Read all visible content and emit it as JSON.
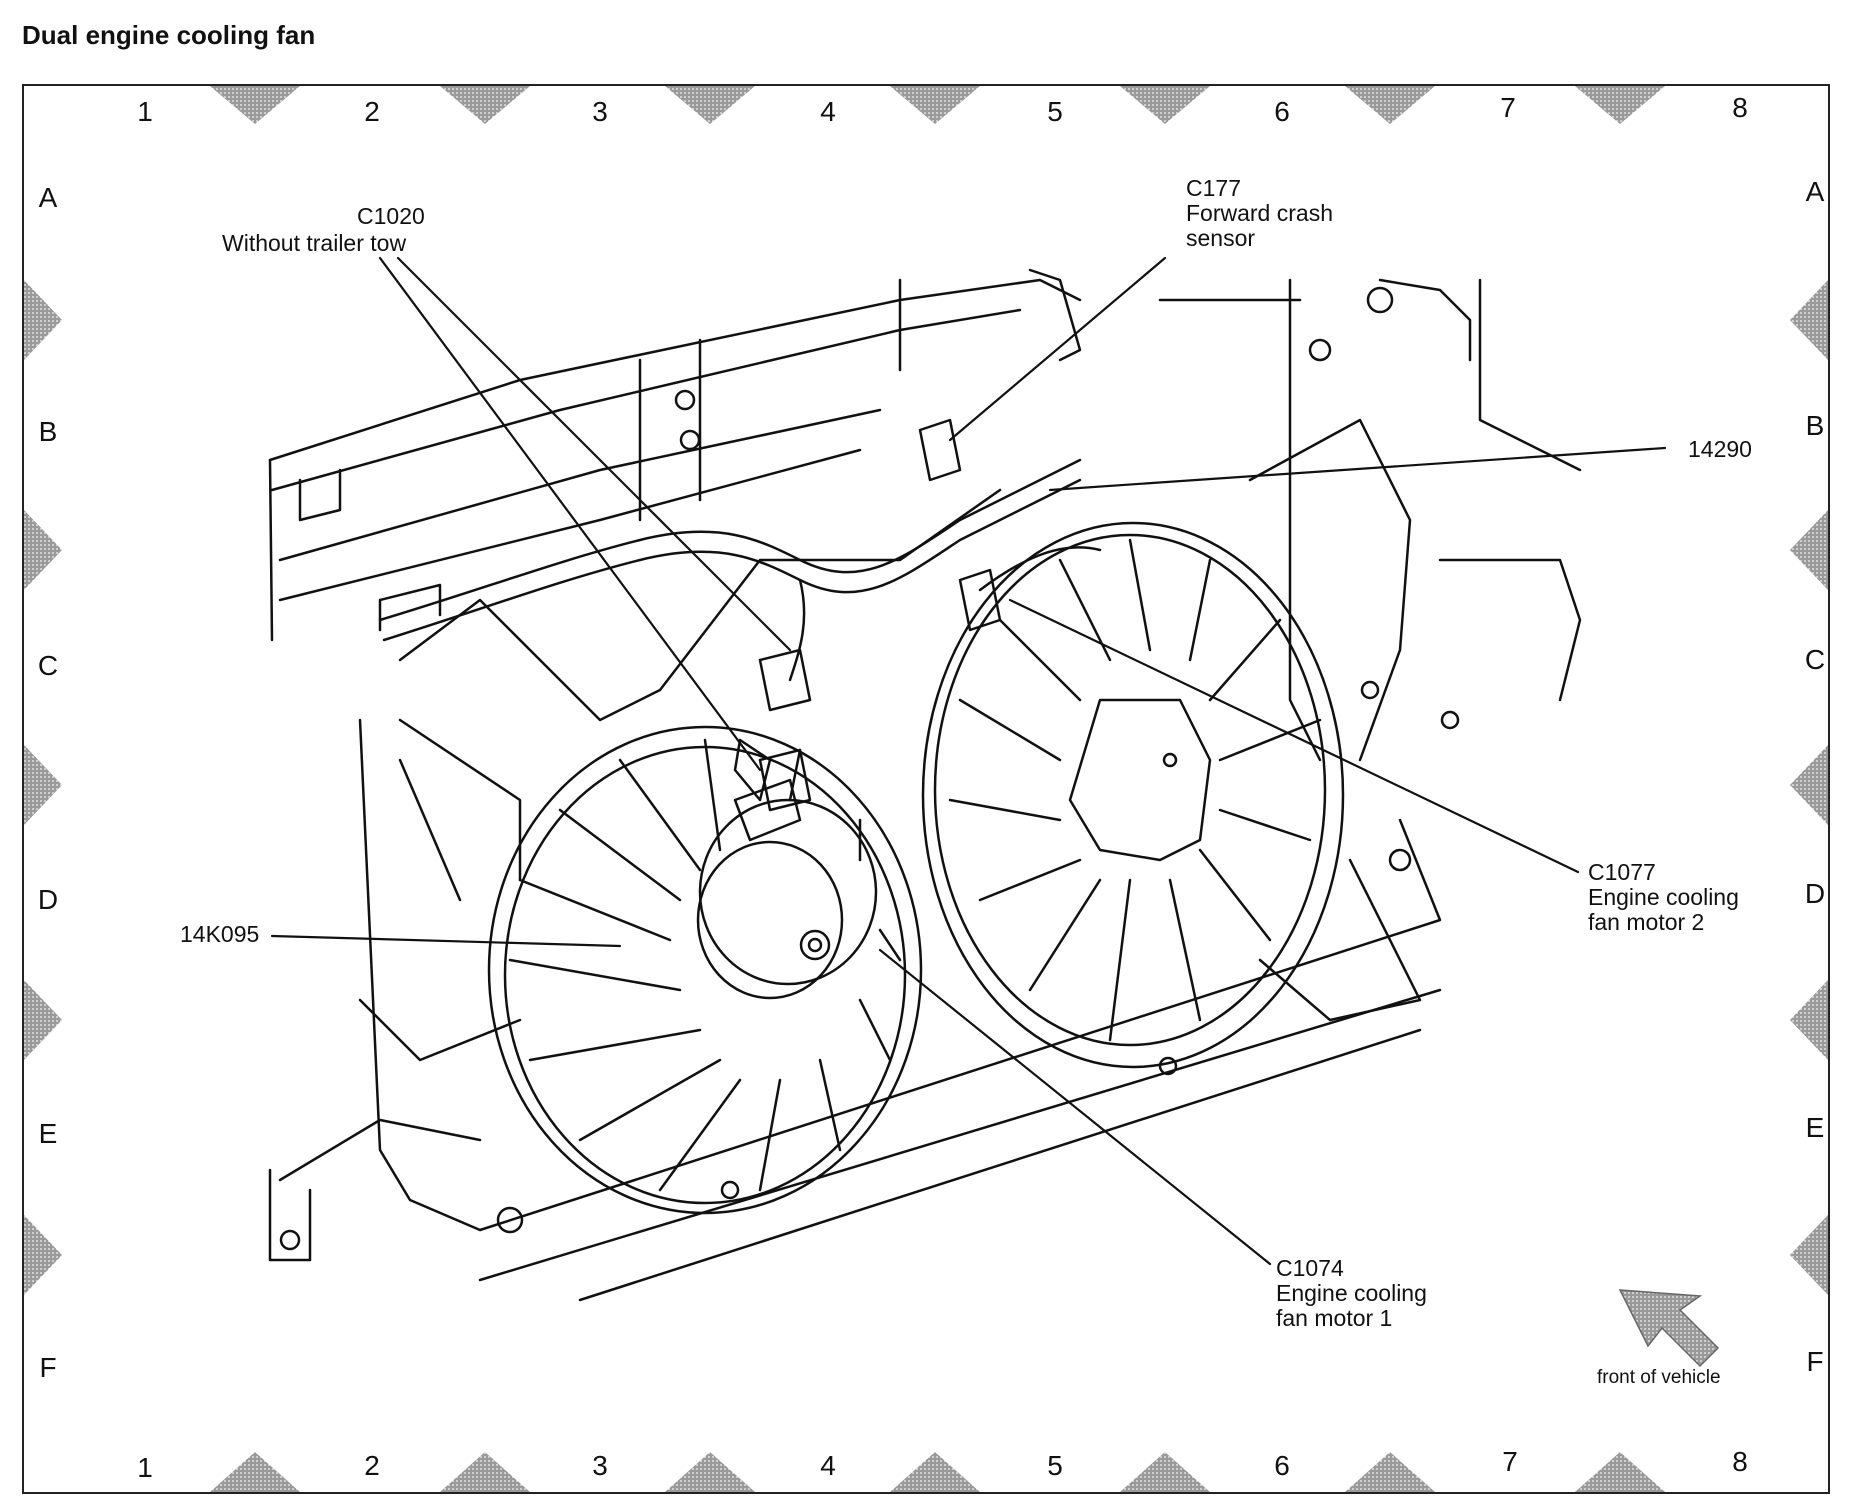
{
  "title": "Dual engine cooling fan",
  "zones": {
    "columns": [
      "1",
      "2",
      "3",
      "4",
      "5",
      "6",
      "7",
      "8"
    ],
    "rows": [
      "A",
      "B",
      "C",
      "D",
      "E",
      "F"
    ]
  },
  "callouts": {
    "c1020": {
      "id": "C1020",
      "desc": "Without trailer tow"
    },
    "c177": {
      "id": "C177",
      "desc1": "Forward crash",
      "desc2": "sensor"
    },
    "p14290": {
      "id": "14290"
    },
    "c1077": {
      "id": "C1077",
      "desc1": "Engine cooling",
      "desc2": "fan motor 2"
    },
    "p14k095": {
      "id": "14K095"
    },
    "c1074": {
      "id": "C1074",
      "desc1": "Engine cooling",
      "desc2": "fan motor 1"
    }
  },
  "orientation": {
    "label": "front of vehicle",
    "icon": "front-arrow-icon"
  }
}
